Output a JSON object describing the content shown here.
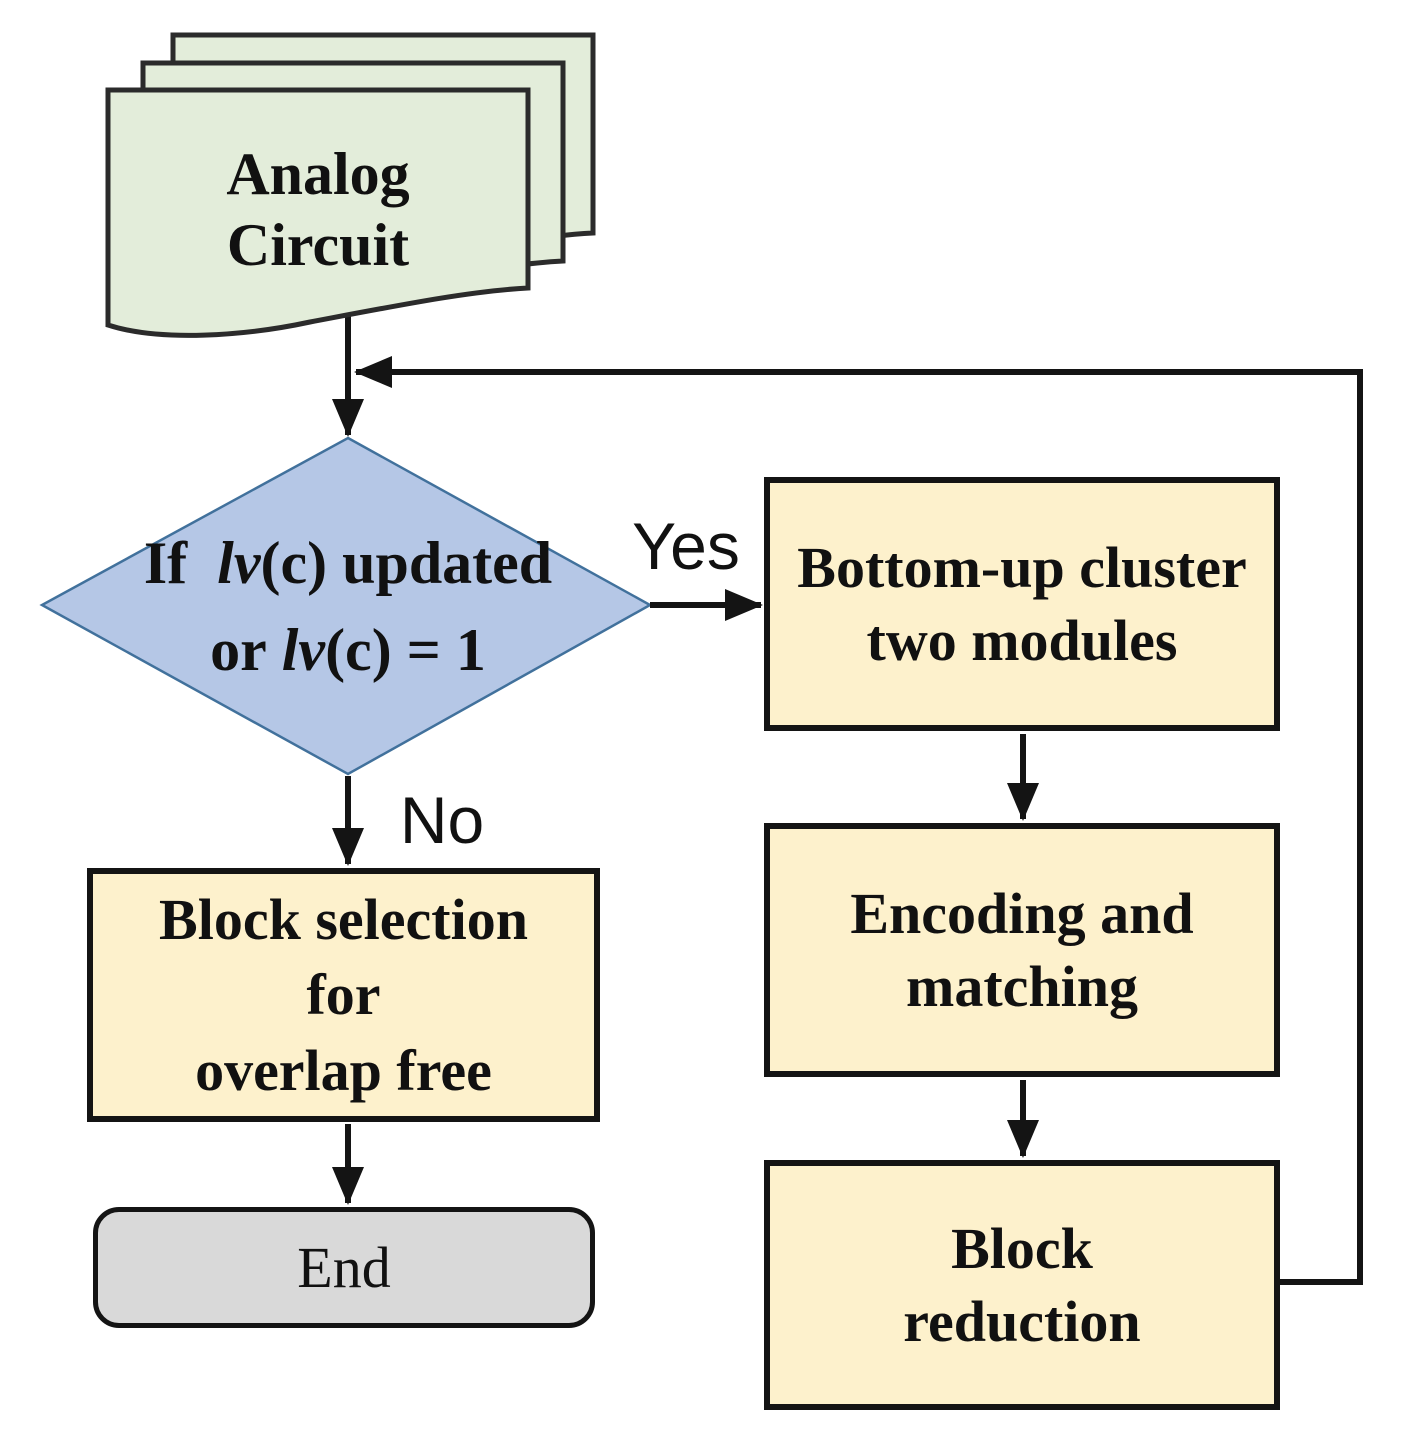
{
  "colors": {
    "document_fill": "#e3edda",
    "document_border": "#2b2b2b",
    "decision_fill": "#b5c7e6",
    "decision_border": "#41719c",
    "process_fill": "#fdf1cc",
    "process_border": "#141414",
    "terminator_fill": "#d9d9d9",
    "connector": "#141414"
  },
  "nodes": {
    "analog_circuit": {
      "type": "document",
      "line1": "Analog",
      "line2": "Circuit"
    },
    "decision": {
      "type": "decision",
      "text": "If lv(c) updated or lv(c) = 1",
      "l1_pre": "If  ",
      "l1_var": "lv",
      "l1_post": "(c) updated",
      "l2_pre": "or ",
      "l2_var": "lv",
      "l2_post": "(c) = 1"
    },
    "bottom_up_cluster": {
      "type": "process",
      "line1": "Bottom-up cluster",
      "line2": "two modules"
    },
    "encoding_matching": {
      "type": "process",
      "line1": "Encoding and",
      "line2": "matching"
    },
    "block_reduction": {
      "type": "process",
      "line1": "Block",
      "line2": "reduction"
    },
    "block_selection": {
      "type": "process",
      "line1": "Block selection",
      "line2": "for",
      "line3": "overlap free"
    },
    "end": {
      "type": "terminator",
      "label": "End"
    }
  },
  "edge_labels": {
    "yes": "Yes",
    "no": "No"
  },
  "edges": [
    {
      "from": "analog_circuit",
      "to": "decision"
    },
    {
      "from": "decision",
      "to": "bottom_up_cluster",
      "label": "Yes"
    },
    {
      "from": "decision",
      "to": "block_selection",
      "label": "No"
    },
    {
      "from": "bottom_up_cluster",
      "to": "encoding_matching"
    },
    {
      "from": "encoding_matching",
      "to": "block_reduction"
    },
    {
      "from": "block_reduction",
      "to": "decision",
      "note": "feedback loop"
    },
    {
      "from": "block_selection",
      "to": "end"
    }
  ]
}
